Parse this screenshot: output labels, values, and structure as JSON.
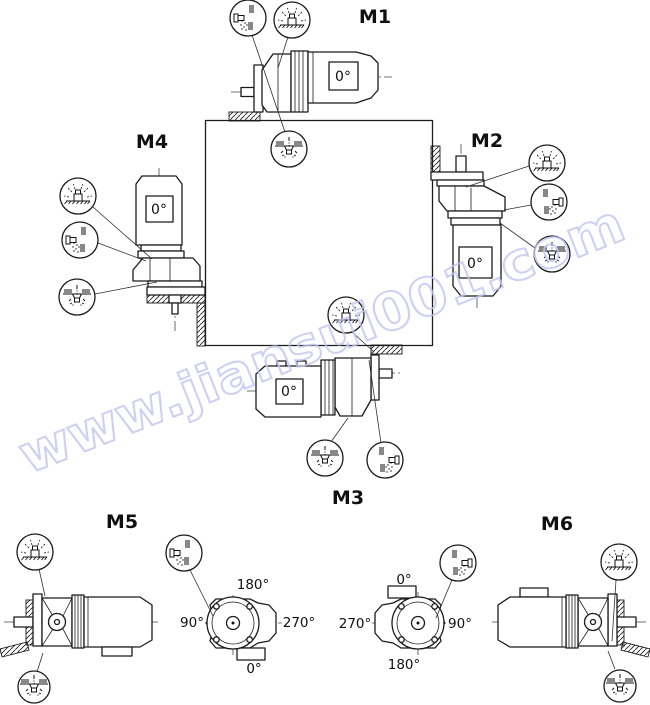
{
  "watermark": {
    "text": "www.jiansui001.com",
    "color": "#c2c5f0"
  },
  "colors": {
    "line": "#1b1b1b",
    "background": "#ffffff"
  },
  "positions": {
    "m1": {
      "label": "M1",
      "motor_angle": "0°"
    },
    "m2": {
      "label": "M2",
      "motor_angle": "0°"
    },
    "m3": {
      "label": "M3",
      "motor_angle": "0°"
    },
    "m4": {
      "label": "M4",
      "motor_angle": "0°"
    },
    "m5": {
      "label": "M5"
    },
    "m6": {
      "label": "M6"
    }
  },
  "front_views": {
    "m5": {
      "top": "180°",
      "left": "90°",
      "right": "270°",
      "bottom": "0°"
    },
    "m6": {
      "top": "0°",
      "left": "270°",
      "right": "90°",
      "bottom": "180°"
    }
  },
  "plug_icons": {
    "vent": "breather-vent-plug",
    "level": "oil-level-plug",
    "drain": "oil-drain-plug"
  }
}
